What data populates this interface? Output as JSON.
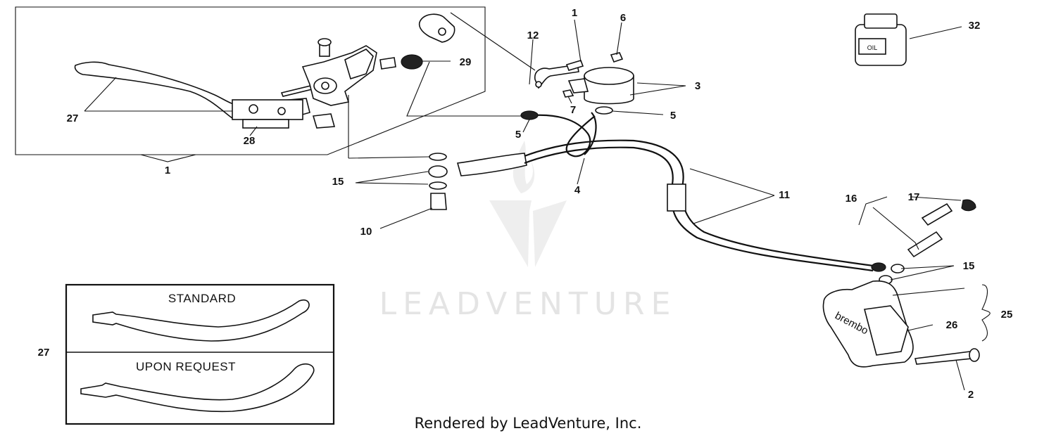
{
  "diagram": {
    "callouts": {
      "c1_top": "1",
      "c6": "6",
      "c12": "12",
      "c3": "3",
      "c7": "7",
      "c5_right": "5",
      "c5_left": "5",
      "c29": "29",
      "c27_lever": "27",
      "c28": "28",
      "c1_bottom": "1",
      "c15_left": "15",
      "c4": "4",
      "c10": "10",
      "c11": "11",
      "c32": "32",
      "c16": "16",
      "c17": "17",
      "c15_right": "15",
      "c25": "25",
      "c26": "26",
      "c2": "2",
      "c27_inset": "27"
    },
    "inset": {
      "standard_label": "STANDARD",
      "upon_request_label": "UPON REQUEST"
    },
    "bottle_label": "OIL",
    "caliper_brand": "brembo",
    "watermark": "LEADVENTURE"
  },
  "footer": {
    "text": "Rendered by LeadVenture, Inc."
  }
}
